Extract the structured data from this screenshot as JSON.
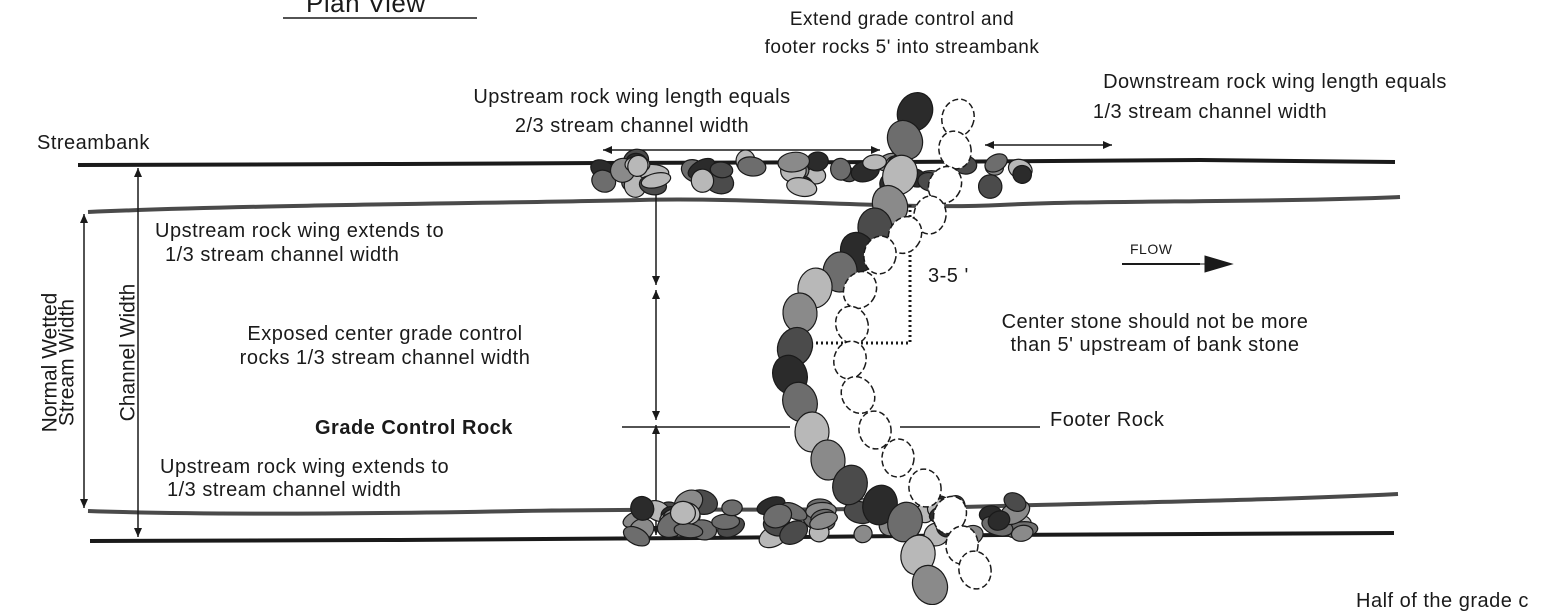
{
  "title": "Plan View",
  "labels": {
    "extend_line1": "Extend grade control and",
    "extend_line2": "footer rocks 5' into streambank",
    "up_wing_len_1": "Upstream rock wing length equals",
    "up_wing_len_2": "2/3 stream channel width",
    "down_wing_len_1": "Downstream rock wing length equals",
    "down_wing_len_2": "1/3 stream channel width",
    "streambank": "Streambank",
    "up_wing_ext_top_1": "Upstream rock wing extends to",
    "up_wing_ext_top_2": "1/3 stream channel width",
    "exposed_1": "Exposed center grade control",
    "exposed_2": "rocks 1/3 stream channel width",
    "grade_control_rock": "Grade Control Rock",
    "up_wing_ext_bot_1": "Upstream rock wing extends to",
    "up_wing_ext_bot_2": "1/3 stream channel width",
    "dim_3_5": "3-5 '",
    "flow": "FLOW",
    "center_stone_1": "Center stone should not be  more",
    "center_stone_2": "than 5' upstream of bank stone",
    "footer_rock": "Footer Rock",
    "half_of_grade": "Half of the grade c",
    "normal_wetted_1": "Normal Wetted",
    "normal_wetted_2": "Stream Width",
    "channel_width": "Channel Width"
  },
  "colors": {
    "line": "#1a1a1a",
    "water_line": "#555555",
    "rock_dark": "#2b2b2b",
    "rock_mid": "#6d6d6d",
    "rock_light": "#b8b8b8"
  }
}
